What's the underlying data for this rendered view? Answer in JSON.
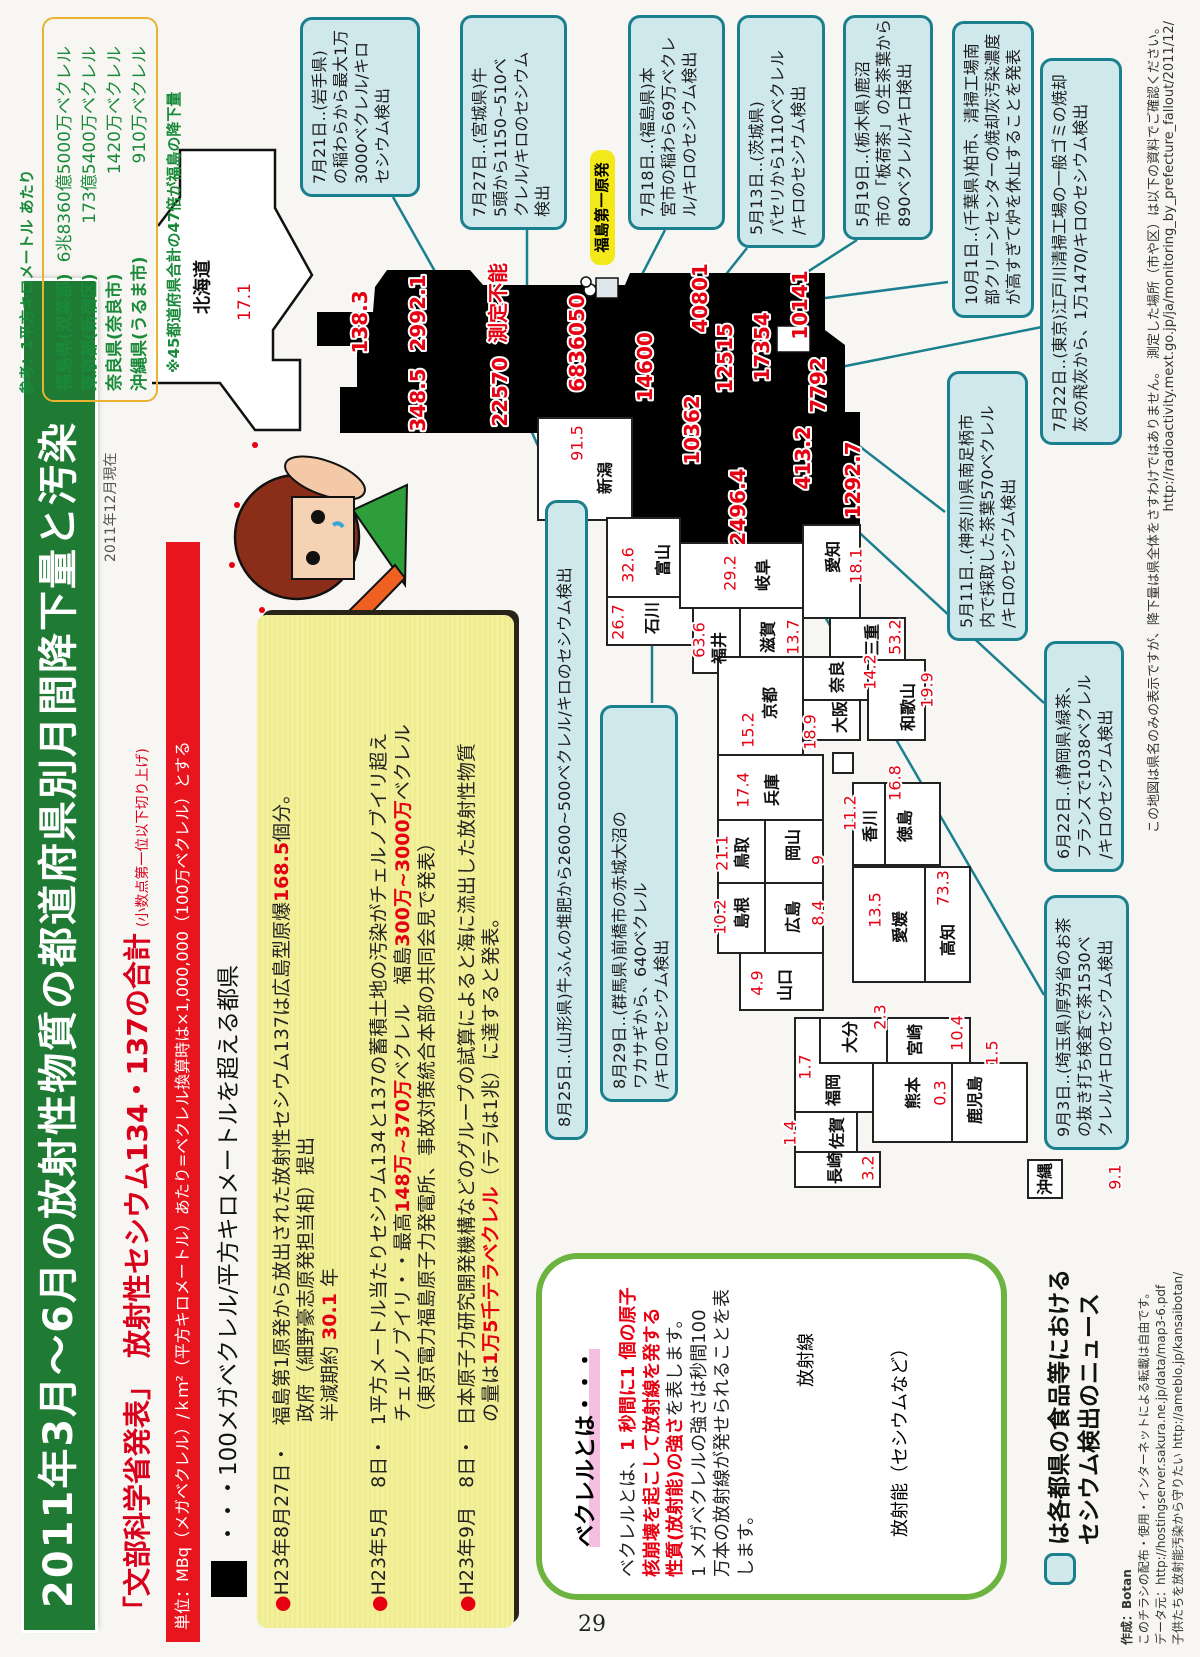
{
  "header": {
    "title": "2011年3月～6月の放射性物質の都道府県別月間降下量と汚染",
    "subtitle_main": "「文部科学省発表」　放射性セシウム134・137の合計",
    "subtitle_note": "(小数点第一位以下切り上げ)",
    "as_of": "2011年12月現在",
    "unit_bar": "単位：MBq（メガベクレル）/ｋｍ²（平方キロメートル）あたり=ベクレル換算時は×1,000,000（100万ベクレル）とする"
  },
  "legend": {
    "black_desc": "・・・100メガベクレル/平方キロメートルを超える都県",
    "news_desc_1": "は各都県の食品等における",
    "news_desc_2": "セシウム検出のニュース"
  },
  "facts": [
    {
      "bullet": "●",
      "date": "H23年8月27日・",
      "lines": [
        [
          {
            "t": "福島第1原発から放出された放射性セシウム137は広島型原爆"
          },
          {
            "t": "168.5",
            "red": true
          },
          {
            "t": "個分。"
          }
        ],
        [
          {
            "t": "政府（細野豪志原発担当相）提出"
          }
        ],
        [
          {
            "t": "半減期約 "
          },
          {
            "t": "30.1",
            "red": true
          },
          {
            "t": " 年"
          }
        ]
      ]
    },
    {
      "bullet": "●",
      "date": "H23年5月　8日・",
      "lines": [
        [
          {
            "t": "1平方メートル当たりセシウム134と137の蓄積土地の汚染がチェルノブイリ超え"
          }
        ],
        [
          {
            "t": "チェルノブイリ・・最高"
          },
          {
            "t": "148万~370万",
            "red": true
          },
          {
            "t": "ベクレル　福島"
          },
          {
            "t": "300万~3000万",
            "red": true
          },
          {
            "t": "ベクレル"
          }
        ],
        [
          {
            "t": "（東京電力福島原子力発電所、事故対策統合本部の共同会見で発表）"
          }
        ]
      ]
    },
    {
      "bullet": "●",
      "date": "H23年9月　8日・",
      "lines": [
        [
          {
            "t": "日本原子力研究開発機構などのグループの試算によると海に流出した放射性物質"
          }
        ],
        [
          {
            "t": "の量は"
          },
          {
            "t": "1万5千テラベクレル",
            "red": true
          },
          {
            "t": "（テラは1兆）に達すると発表。"
          }
        ]
      ]
    }
  ],
  "reference": {
    "heading": "参考：1平方キロメートル あたり",
    "rows": [
      {
        "place": "福島県(双葉郡)",
        "value": "6兆8360億5000万ベクレル"
      },
      {
        "place": "東京都(新宿区)",
        "value": "173億5400万ベクレル"
      },
      {
        "place": "奈良県(奈良市)",
        "value": "1420万ベクレル"
      },
      {
        "place": "沖縄県(うるま市)",
        "value": "910万ベクレル"
      }
    ],
    "note": "※45都道府県合計の47倍が福島の降下量"
  },
  "map": {
    "plant_label": "福島第一原発",
    "hokkaido": {
      "name": "北海道",
      "value": "17.1"
    },
    "high_values": [
      "138.3",
      "2992.1",
      "測定不能",
      "6836050",
      "348.5",
      "22570",
      "14600",
      "40801",
      "12515",
      "17354",
      "10141",
      "7792",
      "10362",
      "2496.4",
      "413.2",
      "1292.7"
    ],
    "prefectures": [
      {
        "name": "新潟",
        "value": "91.5"
      },
      {
        "name": "富山",
        "value": "32.6"
      },
      {
        "name": "石川",
        "value": "26.7"
      },
      {
        "name": "福井",
        "value": "63.6"
      },
      {
        "name": "岐阜",
        "value": "29.2"
      },
      {
        "name": "愛知",
        "value": "18.1"
      },
      {
        "name": "滋賀",
        "value": "13.7"
      },
      {
        "name": "三重",
        "value": "53.2"
      },
      {
        "name": "奈良",
        "value": "14.2"
      },
      {
        "name": "京都",
        "value": "15.2"
      },
      {
        "name": "大阪",
        "value": "18.9"
      },
      {
        "name": "和歌山",
        "value": "19.9"
      },
      {
        "name": "兵庫",
        "value": "17.4"
      },
      {
        "name": "鳥取",
        "value": "21.1"
      },
      {
        "name": "岡山",
        "value": "9"
      },
      {
        "name": "島根",
        "value": "10.2"
      },
      {
        "name": "広島",
        "value": "8.4"
      },
      {
        "name": "香川",
        "value": "11.2"
      },
      {
        "name": "徳島",
        "value": "16.8"
      },
      {
        "name": "愛媛",
        "value": "13.5"
      },
      {
        "name": "高知",
        "value": "73.3"
      },
      {
        "name": "山口",
        "value": "4.9"
      },
      {
        "name": "福岡",
        "value": "1.7"
      },
      {
        "name": "大分",
        "value": "2.3"
      },
      {
        "name": "宮崎",
        "value": "10.4"
      },
      {
        "name": "熊本",
        "value": "0.3"
      },
      {
        "name": "鹿児島",
        "value": "1.5"
      },
      {
        "name": "佐賀",
        "value": "1.4"
      },
      {
        "name": "長崎",
        "value": "3.2"
      },
      {
        "name": "沖縄",
        "value": "9.1"
      }
    ]
  },
  "news": [
    {
      "id": "iwate",
      "lines": [
        "7月21日‥(岩手県)",
        "の稲わらから最大1万",
        "3000ベクレル/キロ",
        "セシウム検出"
      ]
    },
    {
      "id": "miyagi",
      "lines": [
        "7月27日‥(宮城県)牛",
        "5頭から1150~510ベ",
        "クレル/キロのセシウム",
        "検出"
      ]
    },
    {
      "id": "fukushima",
      "lines": [
        "7月18日‥(福島県)本",
        "宮市の稲わら69万ベクレ",
        "ル/キロのセシウム検出"
      ]
    },
    {
      "id": "ibaraki",
      "lines": [
        "5月13日‥(茨城県)",
        "パセリから1110ベクレル",
        "/キロのセシウム検出"
      ]
    },
    {
      "id": "tochigi",
      "lines": [
        "5月19日‥(栃木県)鹿沼",
        "市の「板荷茶」の生茶葉から",
        "890ベクレル/キロ検出"
      ]
    },
    {
      "id": "chiba",
      "lines": [
        "10月1日‥(千葉県)柏市、清掃工場南",
        "部クリーンセンターの焼却灰汚染濃度",
        "が高すぎて炉を休止することを発表"
      ]
    },
    {
      "id": "tokyo",
      "lines": [
        "7月22日‥(東京)江戸川清掃工場の一般ゴミの焼却",
        "灰の飛灰から、1万1470/キロのセシウム検出"
      ]
    },
    {
      "id": "kanagawa",
      "lines": [
        "5月11日‥(神奈川)県南足柄市",
        "内で採取した茶葉570ベクレル",
        "/キロのセシウム検出"
      ]
    },
    {
      "id": "shizuoka",
      "lines": [
        "6月22日‥(静岡県)緑茶、",
        "フランスで1038ベクレル",
        "/キロのセシウム検出"
      ]
    },
    {
      "id": "saitama",
      "lines": [
        "9月3日‥(埼玉県)厚労省のお茶",
        "の抜き打ち検査で茶1530ベ",
        "クレル/キロのセシウム検出"
      ]
    },
    {
      "id": "yamagata",
      "lines": [
        "8月25日‥(山形県)牛ふんの堆肥から2600~500ベクレル/キロのセシウム検出"
      ]
    },
    {
      "id": "gunma",
      "lines": [
        "8月29日‥(群馬県)前橋市の赤城大沼の",
        "ワカサギから、640ベクレル",
        "/キロのセシウム検出"
      ]
    }
  ],
  "becquerel": {
    "title": "ベクレルとは・・・",
    "lines": [
      [
        {
          "t": "ベクレルとは、"
        },
        {
          "t": "1 秒間に1 個の原子",
          "red": true
        }
      ],
      [
        {
          "t": "核崩壊を起こして放射線を発する",
          "red": true
        }
      ],
      [
        {
          "t": "性質(放射能)の強さ",
          "red": true
        },
        {
          "t": "を表します。"
        }
      ],
      [
        {
          "t": "1 メガベクレルの強さは秒間100"
        }
      ],
      [
        {
          "t": "万本の放射線が発せられることを表"
        }
      ],
      [
        {
          "t": "します。"
        }
      ]
    ],
    "ray_label": "放射線",
    "source_label": "放射能（セシウムなど）"
  },
  "footer": {
    "note": "この地図は県名のみの表示ですが、降下量は県全体をさすわけではありません。　測定した場所（市や区）は以下の資料でご確認ください。",
    "url": "http://radioactivity.mext.go.jp/ja/monitoring_by_prefecture_fallout/2011/12/"
  },
  "credits": [
    "作成：Botan",
    "このチラシの配布・使用・インターネットによる転載は自由です。",
    "データ元：http://hostingserver.sakura.ne.jp/data/map3-6.pdf",
    "子供たちを放射能汚染から守りたい http://ameblo.jp/kansaibotan/"
  ],
  "page_number": "29",
  "colors": {
    "title_green": "#1f7a34",
    "accent_red": "#e60012",
    "callout_border": "#1b7f8e",
    "callout_fill": "#cfe8ec",
    "box_yellow": "#f2f09a",
    "box_green_border": "#6cb33f"
  }
}
